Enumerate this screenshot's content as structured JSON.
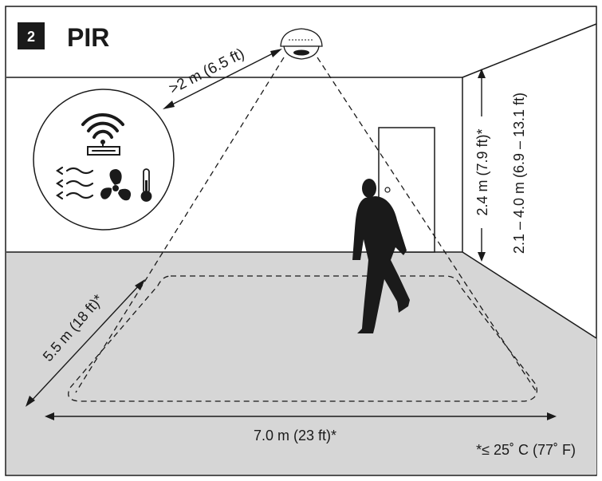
{
  "header": {
    "step_number": "2",
    "title": "PIR"
  },
  "labels": {
    "clearance": ">2 m (6.5 ft)",
    "mount_height_max": "2.4 m (7.9 ft)*",
    "mount_height_range": "2.1 – 4.0 m (6.9 – 13.1 ft)",
    "coverage_depth": "5.5 m (18 ft)*",
    "coverage_width": "7.0 m (23 ft)*",
    "footnote": "*≤ 25˚ C (77˚ F)"
  },
  "icons": [
    "pir-sensor-icon",
    "wifi-router-icon",
    "airflow-icon",
    "fan-icon",
    "thermometer-icon",
    "walking-person-icon"
  ],
  "colors": {
    "ink": "#1a1a1a",
    "floor": "#d6d6d6",
    "background": "#ffffff"
  }
}
